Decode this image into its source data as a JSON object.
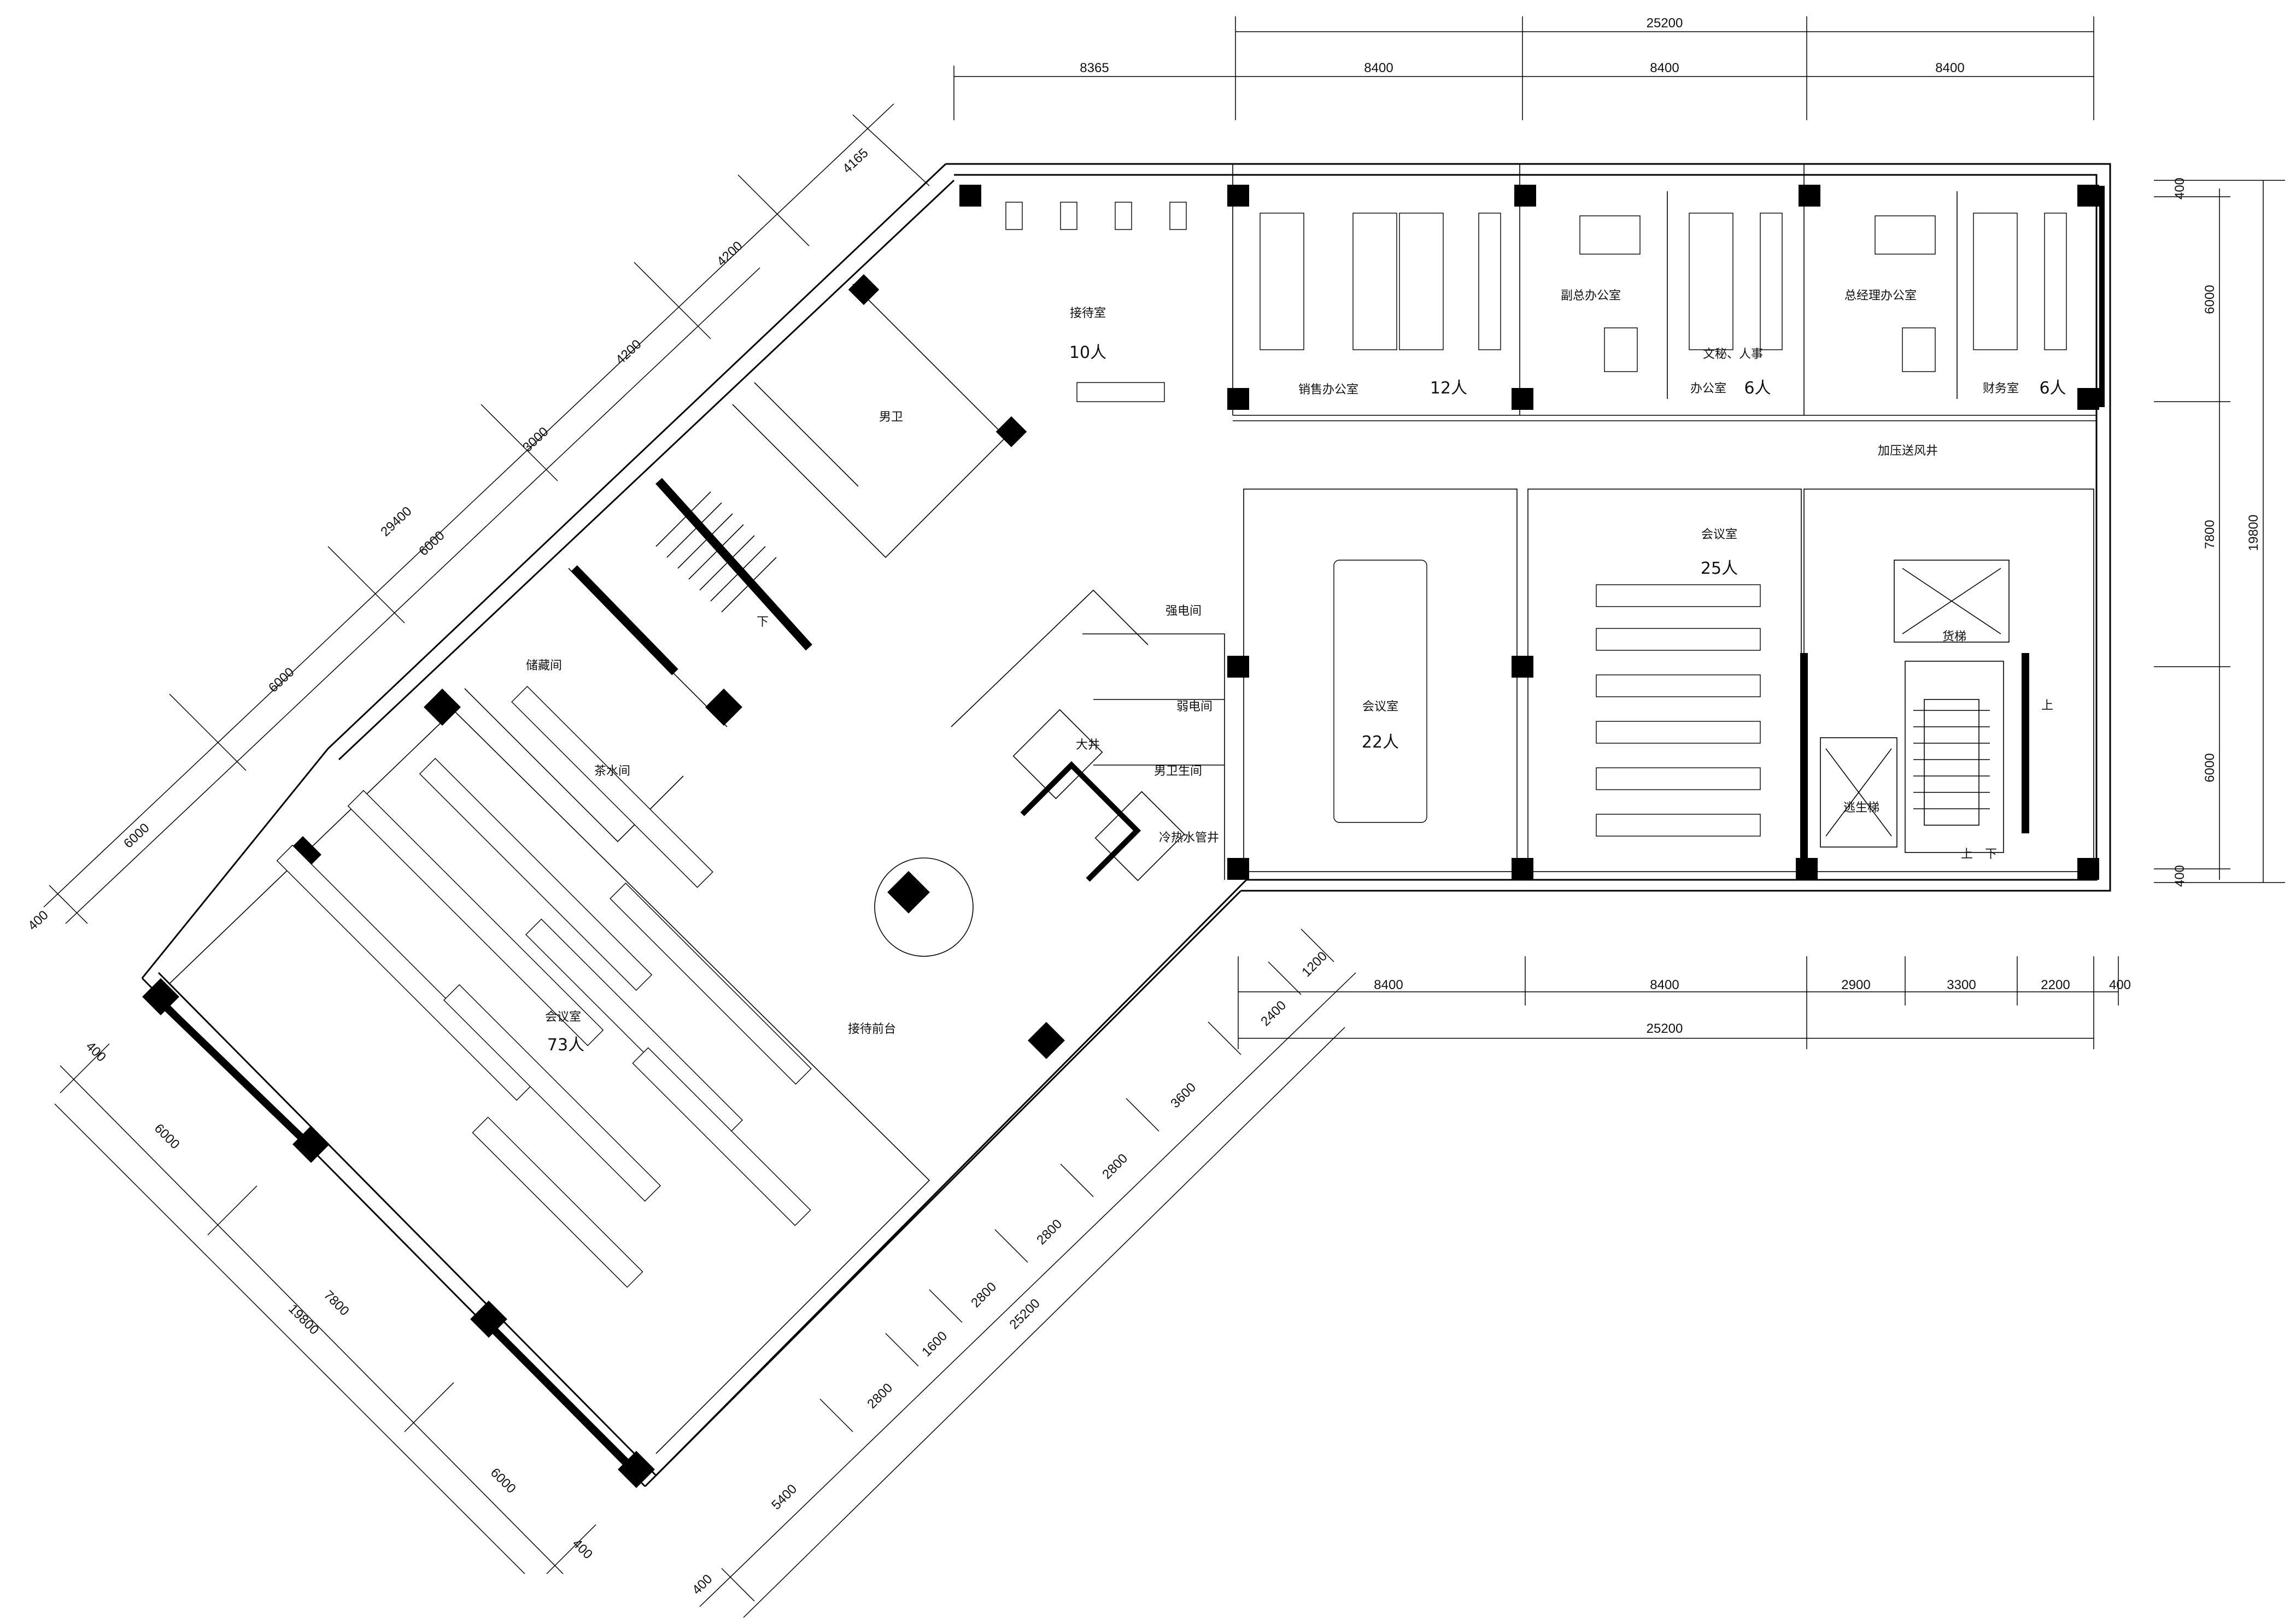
{
  "rooms": {
    "reception_room": {
      "name": "接待室",
      "capacity": "10人"
    },
    "sales_office": {
      "name": "销售办公室",
      "capacity": "12人"
    },
    "deputy_gm_office": {
      "name": "副总办公室"
    },
    "secretary_hr_office": {
      "name": "文秘、人事",
      "name2": "办公室",
      "capacity": "6人"
    },
    "gm_office": {
      "name": "总经理办公室"
    },
    "finance_room": {
      "name": "财务室",
      "capacity": "6人"
    },
    "mens_restroom_top": {
      "name": "男卫"
    },
    "pressurized_shaft": {
      "name": "加压送风井"
    },
    "meeting_room_22": {
      "name": "会议室",
      "capacity": "22人"
    },
    "meeting_room_25": {
      "name": "会议室",
      "capacity": "25人"
    },
    "strong_current_room": {
      "name": "强电间"
    },
    "weak_current_room": {
      "name": "弱电间"
    },
    "mens_restroom_bottom": {
      "name": "男卫生间"
    },
    "cooling_water_shaft": {
      "name": "冷热水管井"
    },
    "big_shaft": {
      "name": "大井"
    },
    "storage_room": {
      "name": "储藏间"
    },
    "tea_room": {
      "name": "茶水间"
    },
    "meeting_room_73": {
      "name": "会议室",
      "capacity": "73人"
    },
    "reception_desk": {
      "name": "接待前台"
    },
    "cargo_lift": {
      "name": "货梯"
    },
    "stair_escape": {
      "name": "逃生梯"
    },
    "stairs_up": "上",
    "stairs_down": "下",
    "stairs_updown": "上　下"
  },
  "dimensions": {
    "top_total": "25200",
    "top_segments": [
      "8365",
      "8400",
      "8400",
      "8400"
    ],
    "right_total": "19800",
    "right_segments": [
      "400",
      "6000",
      "7800",
      "6000",
      "400"
    ],
    "bottom_segments": [
      "8400",
      "8400",
      "2900",
      "3300",
      "2200",
      "400"
    ],
    "bottom_total": "25200",
    "left_total": "29400",
    "left_segments": [
      "4165",
      "4200",
      "4200",
      "3000",
      "6000",
      "6000",
      "6000",
      "400"
    ],
    "lower_left_total": "19800",
    "lower_left_segments": [
      "400",
      "6000",
      "7800",
      "6000",
      "400"
    ],
    "lower_right_total": "25200",
    "lower_right_segments": [
      "1200",
      "2400",
      "3600",
      "2800",
      "2800",
      "2800",
      "1600",
      "2800",
      "5400",
      "400"
    ]
  }
}
